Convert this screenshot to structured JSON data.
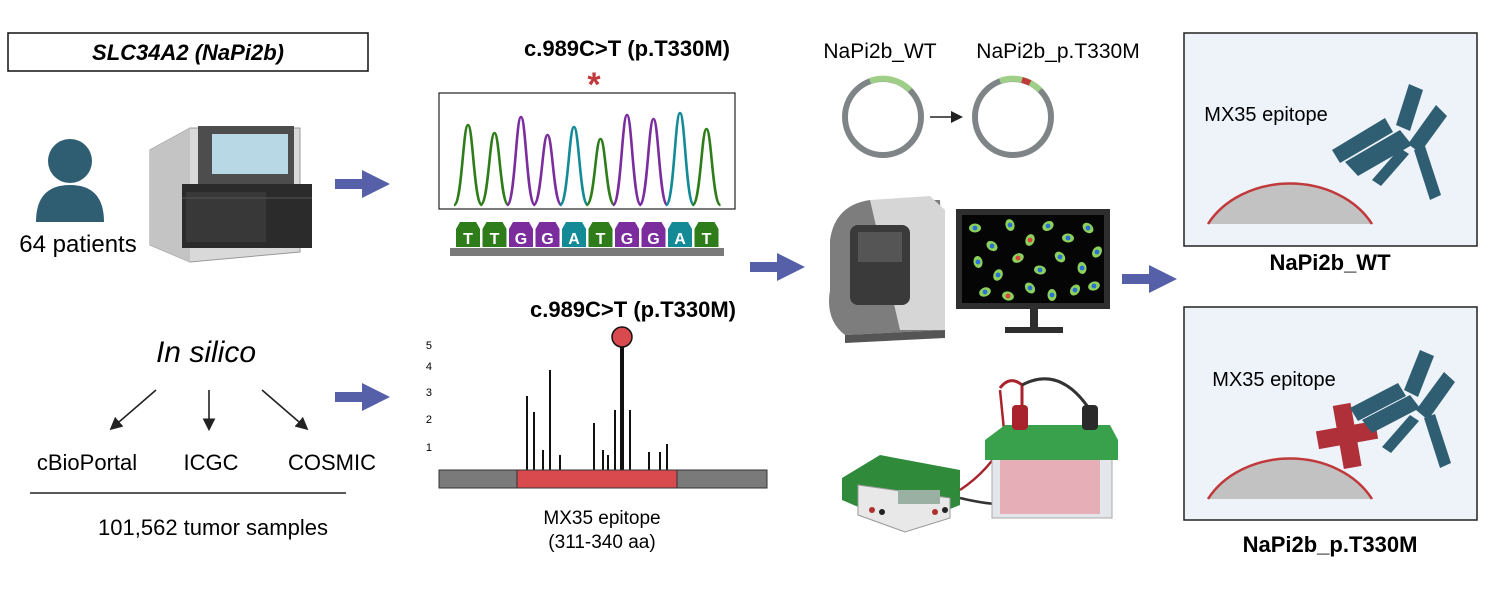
{
  "gene_box": {
    "label": "SLC34A2 (NaPi2b)"
  },
  "patients": {
    "label": "64 patients"
  },
  "in_silico": {
    "title": "In silico",
    "sources": [
      "cBioPortal",
      "ICGC",
      "COSMIC"
    ],
    "samples": "101,562 tumor samples"
  },
  "chromatogram": {
    "mutation_label": "c.989C>T (p.T330M)",
    "star": "*",
    "bases": [
      {
        "letter": "T",
        "color": "#2e7d1a"
      },
      {
        "letter": "T",
        "color": "#2e7d1a"
      },
      {
        "letter": "G",
        "color": "#7b2d9e"
      },
      {
        "letter": "G",
        "color": "#7b2d9e"
      },
      {
        "letter": "A",
        "color": "#138a96"
      },
      {
        "letter": "T",
        "color": "#2e7d1a"
      },
      {
        "letter": "G",
        "color": "#7b2d9e"
      },
      {
        "letter": "G",
        "color": "#7b2d9e"
      },
      {
        "letter": "A",
        "color": "#138a96"
      },
      {
        "letter": "T",
        "color": "#2e7d1a"
      }
    ]
  },
  "lollipop": {
    "mutation_label": "c.989C>T (p.T330M)",
    "y_ticks": [
      "1",
      "2",
      "3",
      "4",
      "5"
    ],
    "epitope_label": "MX35 epitope",
    "epitope_range": "(311-340 aa)",
    "domain_color": "#d94a4f"
  },
  "plasmids": {
    "wt_label": "NaPi2b_WT",
    "mut_label": "NaPi2b_p.T330M"
  },
  "panels": {
    "wt": {
      "epitope_label": "MX35 epitope",
      "caption": "NaPi2b_WT"
    },
    "mut": {
      "epitope_label": "MX35 epitope",
      "caption": "NaPi2b_p.T330M"
    }
  },
  "colors": {
    "arrow": "#5560a8",
    "antibody": "#2f5e73",
    "panel_bg": "#eef3f9",
    "mutation_red": "#c0393b"
  }
}
